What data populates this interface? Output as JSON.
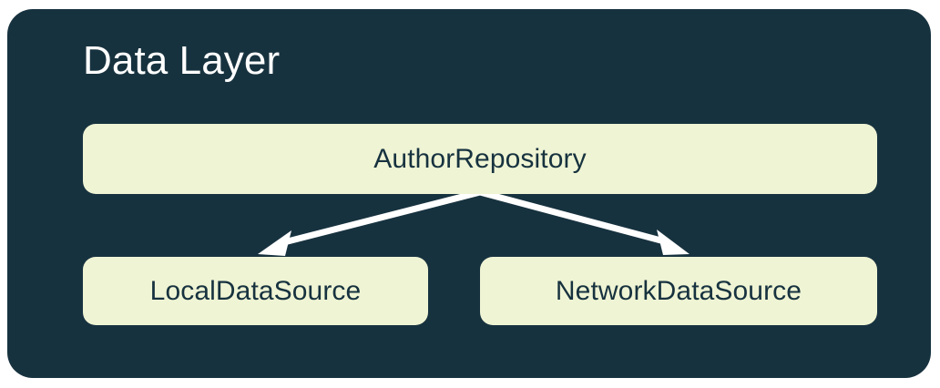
{
  "diagram": {
    "type": "architecture-block-diagram",
    "title": "Data Layer",
    "colors": {
      "panel_background": "#17323f",
      "node_fill": "#eff4d4",
      "node_text": "#17323f",
      "title_text": "#ffffff",
      "arrow": "#ffffff",
      "page_background": "#ffffff"
    },
    "nodes": [
      {
        "id": "repository",
        "label": "AuthorRepository",
        "role": "repository",
        "row": 1
      },
      {
        "id": "local",
        "label": "LocalDataSource",
        "role": "data-source",
        "row": 2
      },
      {
        "id": "network",
        "label": "NetworkDataSource",
        "role": "data-source",
        "row": 2
      }
    ],
    "edges": [
      {
        "from": "repository",
        "to": "local",
        "style": "solid-arrow",
        "direction": "down-left"
      },
      {
        "from": "repository",
        "to": "network",
        "style": "solid-arrow",
        "direction": "down-right"
      }
    ]
  }
}
